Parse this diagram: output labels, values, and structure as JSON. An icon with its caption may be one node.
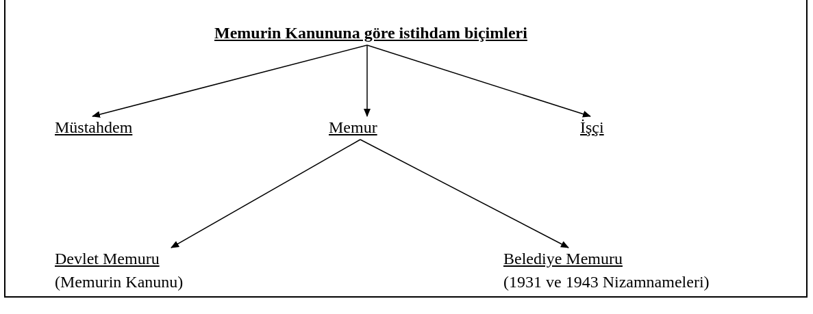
{
  "diagram": {
    "nodes": [
      {
        "text": [
          "Memurin Kanununa göre istihdam biçimleri"
        ]
      },
      {
        "text": [
          "Müstahdem"
        ]
      },
      {
        "text": [
          "Memur"
        ]
      },
      {
        "text": [
          "İşçi"
        ]
      },
      {
        "text": [
          "Devlet Memuru"
        ],
        "beside": [
          "(Memurin Kanunu)"
        ]
      },
      {
        "text": [
          "Belediye Memuru"
        ],
        "beside": [
          "(1931 ve 1943 Nizamnameleri)"
        ]
      }
    ],
    "edges": [
      {
        "from": 0,
        "to": 1,
        "arrow": "to"
      },
      {
        "from": 0,
        "to": 2,
        "arrow": "to"
      },
      {
        "from": 0,
        "to": 3,
        "arrow": "to"
      },
      {
        "from": 2,
        "to": 4,
        "arrow": "to"
      },
      {
        "from": 2,
        "to": 5,
        "arrow": "to"
      }
    ]
  }
}
